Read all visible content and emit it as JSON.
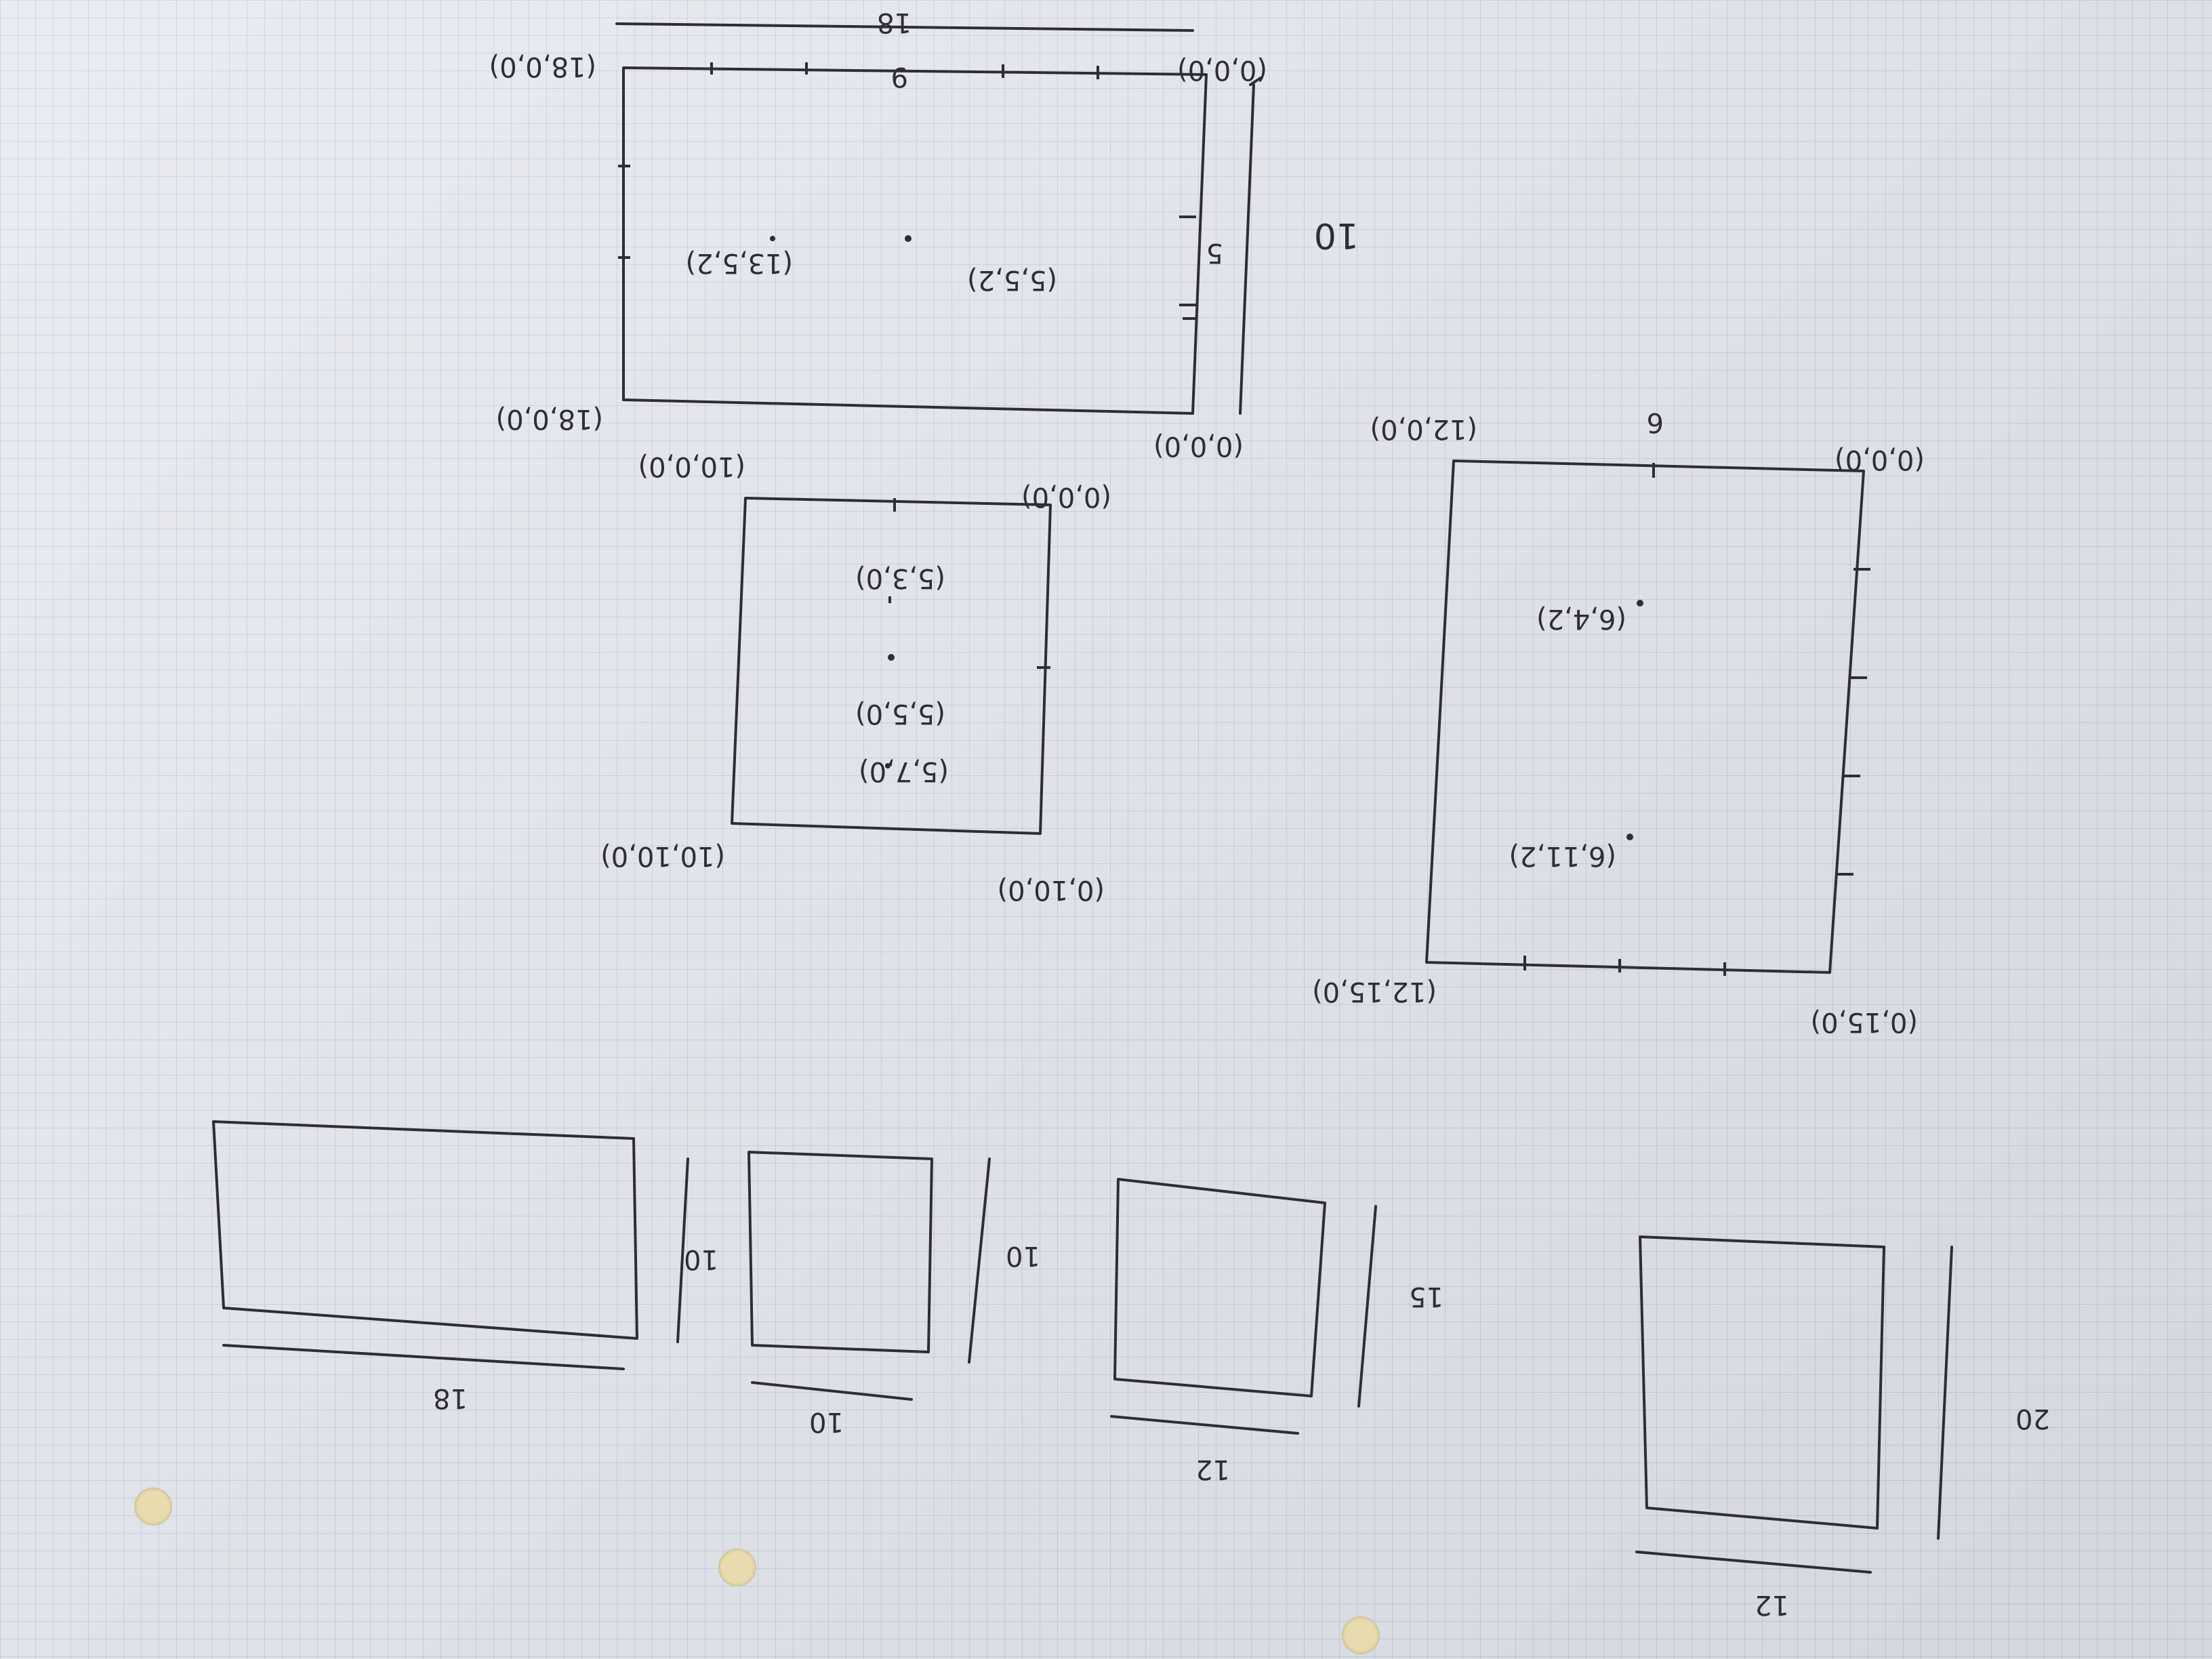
{
  "page": {
    "description_orientation": "upside-down handwritten sketch on graph paper"
  },
  "sketches": {
    "box_large": {
      "width_label": "18",
      "height_label": "10",
      "mid_label": "5",
      "top_mark_label": "9",
      "corners": [
        "(18,0,0)",
        "(0,0,0)",
        "(18,0,0)",
        "(0,0,0)"
      ],
      "points": [
        "(5,5,2)",
        "(13,5,2)"
      ]
    },
    "box_medium": {
      "corners": [
        "(10,0,0)",
        "(0,0,0)",
        "(10,10,0)",
        "(0,10,0)"
      ],
      "points": [
        "(5,3,0)",
        "(5,5,0)",
        "(5,7,0)"
      ]
    },
    "box_right": {
      "top_label": "6",
      "corners": [
        "(12,0,0)",
        "(0,0,0)",
        "(12,15,0)",
        "(0,15,0)"
      ],
      "points": [
        "(6,4,2)",
        "(6,11,2)"
      ]
    },
    "footprints": [
      {
        "w": "18",
        "h": "10"
      },
      {
        "w": "10",
        "h": "10"
      },
      {
        "w": "12",
        "h": "15"
      },
      {
        "w": "12",
        "h": "20"
      }
    ]
  }
}
